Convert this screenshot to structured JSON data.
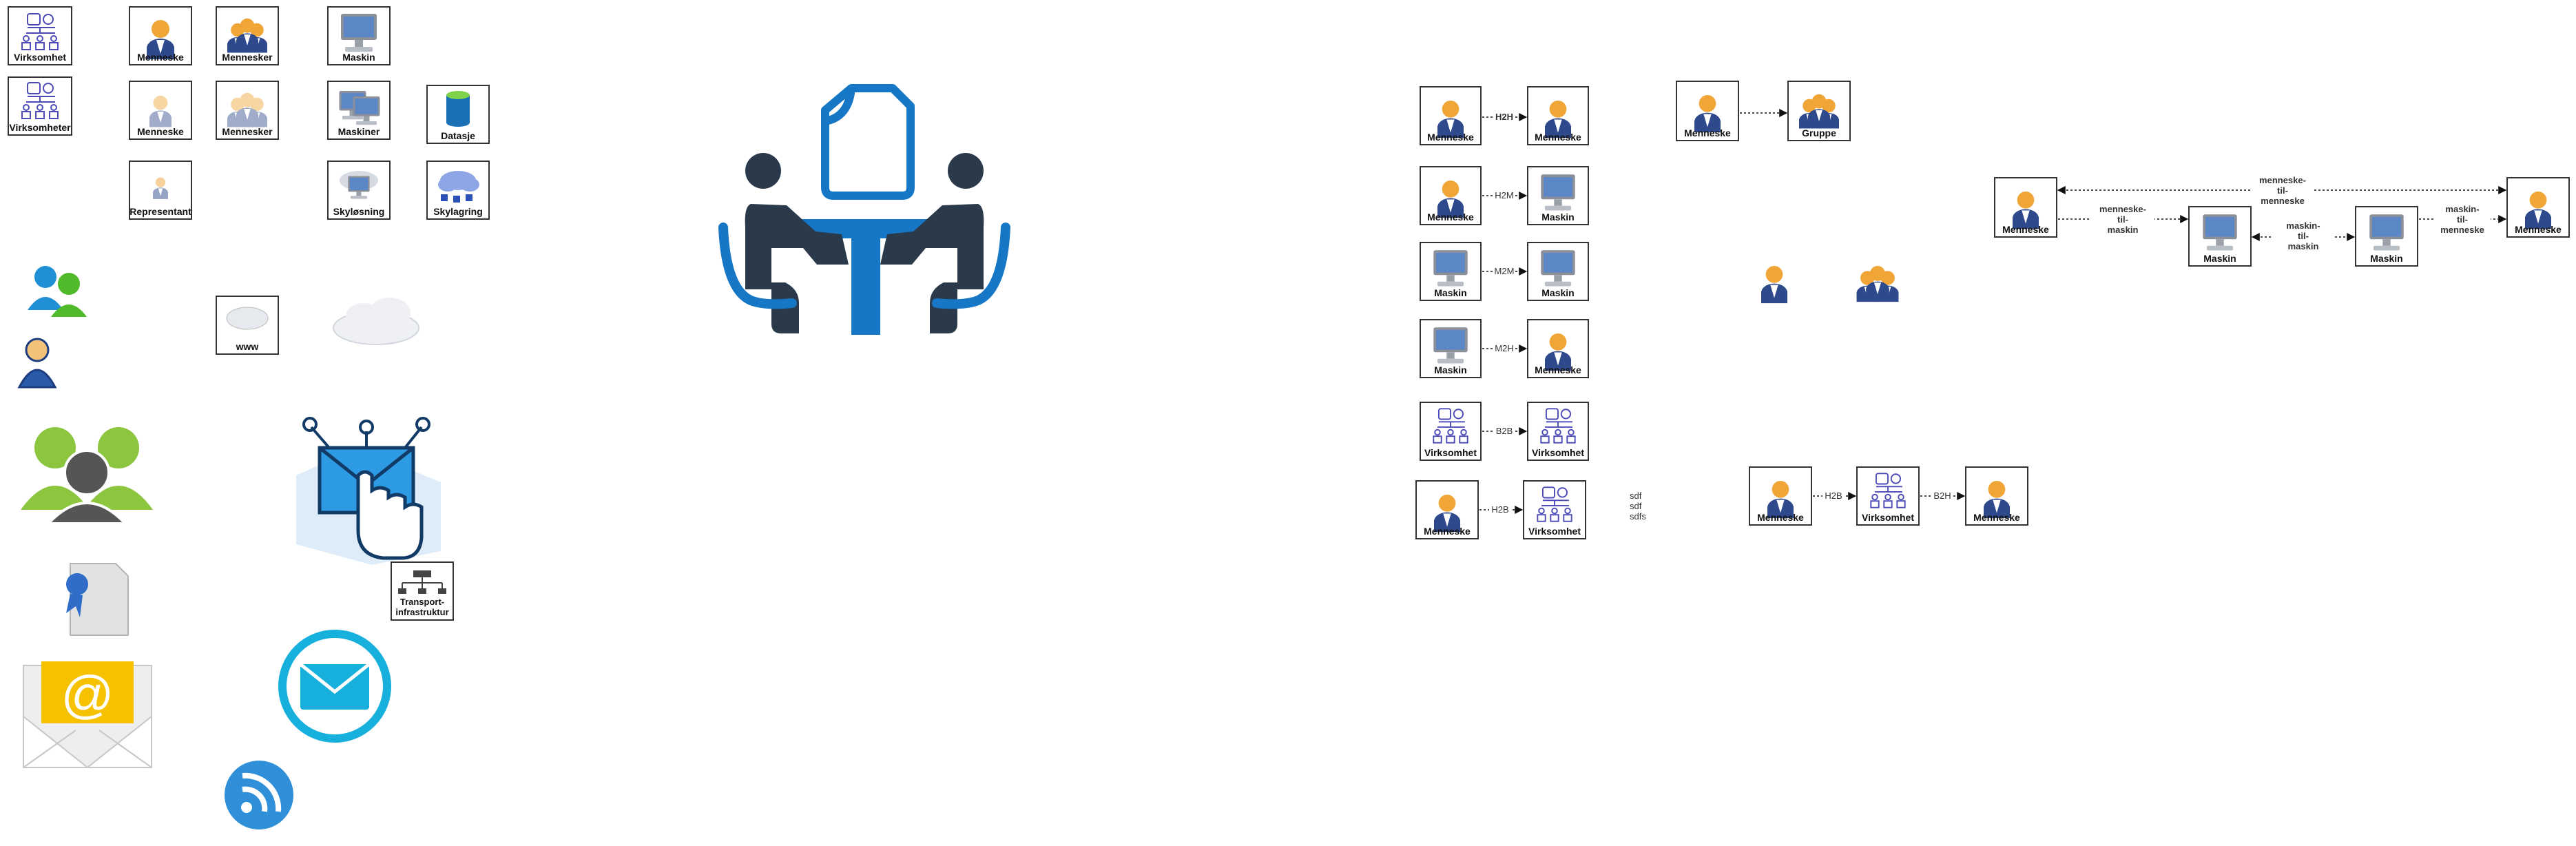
{
  "palette": {
    "frame": "#333333",
    "person_head": "#f0a537",
    "person_body": "#2e4a8c",
    "monitor": "#8a8f99",
    "screen": "#5b87c7",
    "logo_blue": "#1577c5",
    "logo_dark": "#2b3a4b",
    "green": "#8cc63f",
    "cyan": "#17b0dd",
    "yellow": "#f6c200"
  },
  "stencils": {
    "virksomhet": "Virksomhet",
    "virksomheter": "Virksomheter",
    "menneske_1": "Menneske",
    "mennesker_1": "Mennesker",
    "maskin": "Maskin",
    "menneske_2": "Menneske",
    "mennesker_2": "Mennesker",
    "maskiner": "Maskiner",
    "datasje": "Datasje",
    "representant": "Representant",
    "skyloesning": "Skyløsning",
    "skylagring": "Skylagring",
    "www": "www",
    "transport_line1": "Transport-",
    "transport_line2": "infrastruktur"
  },
  "icon_names": [
    "users-icon",
    "person-icon",
    "group-silhouette-icon",
    "certificate-icon",
    "email-envelope-icon",
    "mail-circle-icon",
    "rss-icon",
    "cloud-icon",
    "email-click-icon",
    "meeting-logo-icon"
  ],
  "flows": [
    {
      "from": "Menneske",
      "rel": "H2H",
      "to": "Menneske"
    },
    {
      "from": "Menneske",
      "rel": "H2M",
      "to": "Maskin"
    },
    {
      "from": "Maskin",
      "rel": "M2M",
      "to": "Maskin"
    },
    {
      "from": "Maskin",
      "rel": "M2H",
      "to": "Menneske"
    },
    {
      "from": "Virksomhet",
      "rel": "B2B",
      "to": "Virksomhet"
    },
    {
      "from": "Menneske",
      "rel": "H2B",
      "to": "Virksomhet"
    }
  ],
  "notes": [
    "sdf",
    "sdf",
    "sdfs"
  ],
  "group_pair": {
    "from": "Menneske",
    "to": "Gruppe"
  },
  "chain_b2h": {
    "a": "Menneske",
    "rel1": "H2B",
    "b": "Virksomhet",
    "rel2": "B2H",
    "c": "Menneske"
  },
  "chain_long": {
    "n1": "Menneske",
    "n2": "Maskin",
    "n3": "Maskin",
    "n4": "Menneske",
    "top_rel": [
      "menneske-",
      "til-",
      "menneske"
    ],
    "rel1": [
      "menneske-",
      "til-",
      "maskin"
    ],
    "rel2": [
      "maskin-",
      "til-",
      "maskin"
    ],
    "rel3": [
      "maskin-",
      "til-",
      "menneske"
    ]
  }
}
